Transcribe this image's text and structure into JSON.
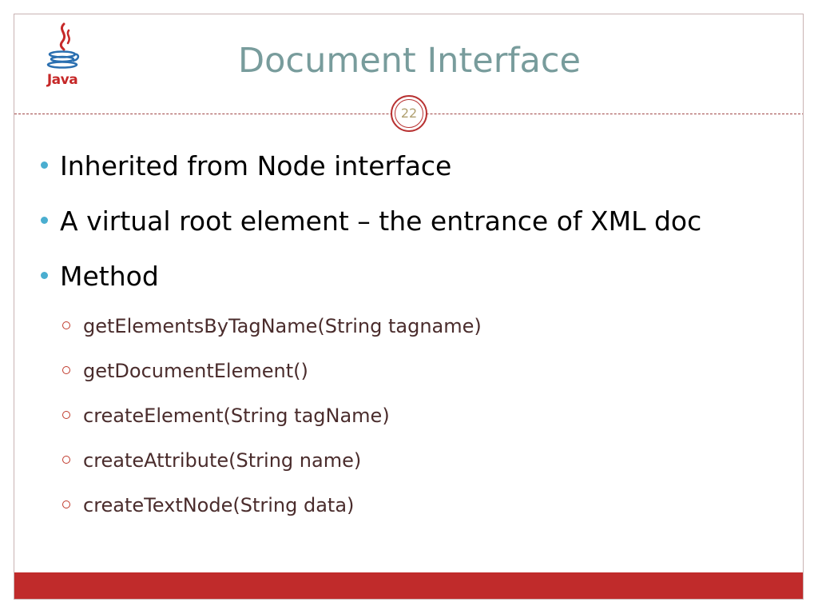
{
  "slide": {
    "title": "Document Interface",
    "page_number": "22",
    "logo_text": "Java",
    "accent_color": "#c02b2b",
    "title_color": "#789c9c",
    "bullet_color": "#4aaed0"
  },
  "bullets": [
    {
      "text": "Inherited from Node interface"
    },
    {
      "text": "A virtual root element – the entrance of XML doc"
    },
    {
      "text": "Method"
    }
  ],
  "methods": [
    {
      "text": "getElementsByTagName(String tagname)"
    },
    {
      "text": "getDocumentElement()"
    },
    {
      "text": "createElement(String tagName)"
    },
    {
      "text": "createAttribute(String name)"
    },
    {
      "text": "createTextNode(String data)"
    }
  ]
}
